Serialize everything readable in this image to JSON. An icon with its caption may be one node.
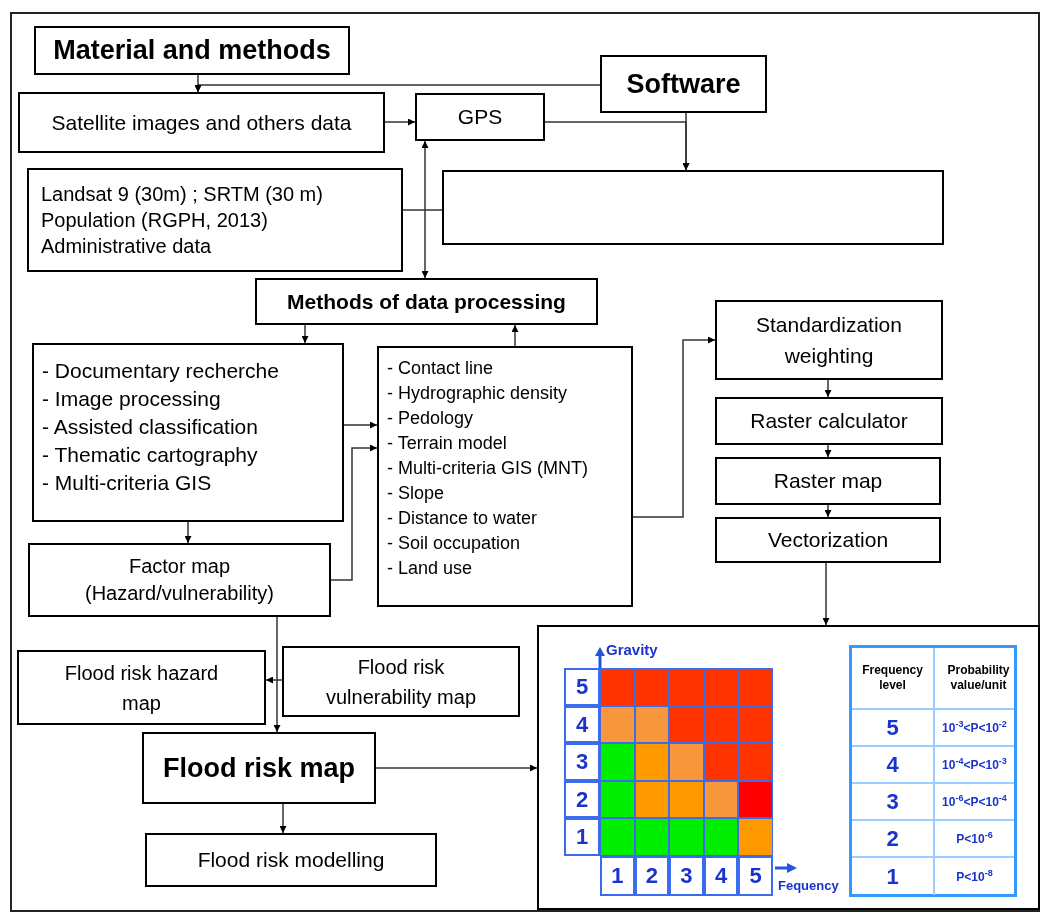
{
  "diagram": {
    "nodes": [
      {
        "text": [
          "Material and methods"
        ]
      },
      {
        "text": [
          "Software"
        ]
      },
      {
        "text": [
          "Satellite images and others data"
        ]
      },
      {
        "text": [
          "GPS"
        ]
      },
      {
        "text": [
          "Landsat 9 (30m) ; SRTM (30 m)",
          "Population (RGPH, 2013)",
          "Administrative data"
        ]
      },
      {
        "text": [],
        "shape": "box"
      },
      {
        "text": [
          "Methods of data processing"
        ]
      },
      {
        "text": [
          "- Documentary recherche",
          "- Image processing",
          "- Assisted classification",
          "- Thematic cartography",
          "- Multi-criteria GIS"
        ]
      },
      {
        "text": [
          "- Contact line",
          "- Hydrographic density",
          "- Pedology",
          "- Terrain model",
          "- Multi-criteria GIS (MNT)",
          "- Slope",
          "- Distance to water",
          "- Soil occupation",
          "- Land use"
        ]
      },
      {
        "text": [
          "Standardization weighting"
        ]
      },
      {
        "text": [
          "Raster calculator"
        ]
      },
      {
        "text": [
          "Raster map"
        ]
      },
      {
        "text": [
          "Vectorization"
        ]
      },
      {
        "text": [
          "Factor map",
          "(Hazard/vulnerability)"
        ]
      },
      {
        "text": [
          "Flood risk hazard map"
        ]
      },
      {
        "text": [
          "Flood risk vulnerability map"
        ]
      },
      {
        "text": [
          "Flood risk map"
        ]
      },
      {
        "text": [
          "Flood risk modelling"
        ]
      },
      {
        "text": [],
        "shape": "box"
      }
    ],
    "edges": [
      {
        "from": 0,
        "to": 2,
        "arrow": "to"
      },
      {
        "from": 1,
        "to": 2,
        "arrow": "to"
      },
      {
        "from": 2,
        "to": 3,
        "arrow": "to"
      },
      {
        "from": 3,
        "to": 5,
        "arrow": "to"
      },
      {
        "from": 1,
        "to": 5,
        "arrow": "to"
      },
      {
        "from": 3,
        "to": 6,
        "arrow": "both"
      },
      {
        "from": 4,
        "to": 5,
        "arrow": "none"
      },
      {
        "from": 6,
        "to": 7,
        "arrow": "to"
      },
      {
        "from": 8,
        "to": 6,
        "arrow": "to"
      },
      {
        "from": 7,
        "to": 8,
        "arrow": "to"
      },
      {
        "from": 13,
        "to": 8,
        "arrow": "to"
      },
      {
        "from": 7,
        "to": 13,
        "arrow": "to"
      },
      {
        "from": 8,
        "to": 9,
        "arrow": "to"
      },
      {
        "from": 9,
        "to": 10,
        "arrow": "to"
      },
      {
        "from": 10,
        "to": 11,
        "arrow": "to"
      },
      {
        "from": 11,
        "to": 12,
        "arrow": "to"
      },
      {
        "from": 12,
        "to": 18,
        "arrow": "to"
      },
      {
        "from": 13,
        "to": 16,
        "arrow": "to"
      },
      {
        "from": 15,
        "to": 14,
        "arrow": "to"
      },
      {
        "from": 16,
        "to": 18,
        "arrow": "to"
      },
      {
        "from": 16,
        "to": 17,
        "arrow": "to"
      }
    ],
    "labels": [
      "Gravity",
      "5",
      "4",
      "3",
      "2",
      "1",
      "1",
      "2",
      "3",
      "4",
      "5",
      "Fequency",
      "Frequency level",
      "Probability value/unit",
      "5",
      "10$^{-3}$<P<10$^{-2}$",
      "4",
      "10$^{-4}$<P<10$^{-3}$",
      "3",
      "10$^{-6}$<P<10$^{-4}$",
      "2",
      "P<10$^{-6}$",
      "1",
      "P<10$^{-8}$"
    ]
  }
}
